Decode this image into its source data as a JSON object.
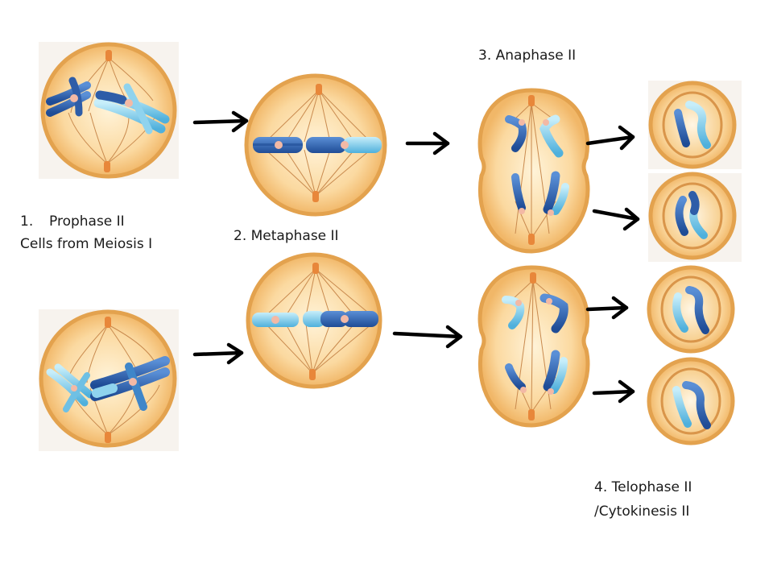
{
  "labels": {
    "prophase_number": "1.",
    "prophase_name": "Prophase II",
    "cells_from": "Cells from Meiosis I",
    "metaphase": "2. Metaphase II",
    "anaphase": "3. Anaphase II",
    "telophase_line1": "4. Telophase II",
    "telophase_line2": "/Cytokinesis II"
  },
  "colors": {
    "cell_fill": "#fbd9a0",
    "cell_rim": "#e3a24e",
    "cell_center": "#fff0d0",
    "centrosome": "#e8873a",
    "spindle": "#c98a4e",
    "chromosome_dark": "#2e5da8",
    "chromosome_mid": "#3f86c9",
    "chromosome_light": "#8fd3ee",
    "centromere": "#f3b9a5",
    "arrow": "#000000"
  }
}
